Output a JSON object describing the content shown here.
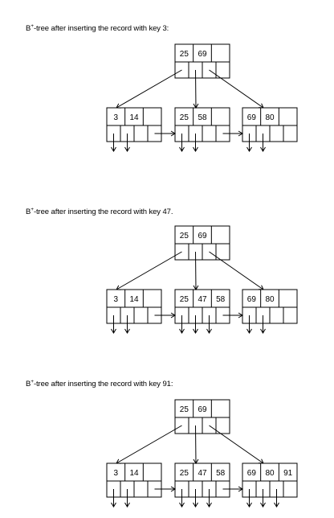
{
  "diagrams": [
    {
      "caption_prefix": "B",
      "caption_sup": "+",
      "caption_text": "-tree after inserting the record with key 3:",
      "root": {
        "keys": [
          "25",
          "69",
          ""
        ]
      },
      "leaves": [
        {
          "keys": [
            "3",
            "14",
            ""
          ]
        },
        {
          "keys": [
            "25",
            "58",
            ""
          ]
        },
        {
          "keys": [
            "69",
            "80",
            ""
          ]
        }
      ]
    },
    {
      "caption_prefix": "B",
      "caption_sup": "+",
      "caption_text": "-tree after inserting the record with key 47.",
      "root": {
        "keys": [
          "25",
          "69",
          ""
        ]
      },
      "leaves": [
        {
          "keys": [
            "3",
            "14",
            ""
          ]
        },
        {
          "keys": [
            "25",
            "47",
            "58"
          ]
        },
        {
          "keys": [
            "69",
            "80",
            ""
          ]
        }
      ]
    },
    {
      "caption_prefix": "B",
      "caption_sup": "+",
      "caption_text": "-tree after inserting the record with key 91:",
      "root": {
        "keys": [
          "25",
          "69",
          ""
        ]
      },
      "leaves": [
        {
          "keys": [
            "3",
            "14",
            ""
          ]
        },
        {
          "keys": [
            "25",
            "47",
            "58"
          ]
        },
        {
          "keys": [
            "69",
            "80",
            "91"
          ]
        }
      ]
    }
  ]
}
